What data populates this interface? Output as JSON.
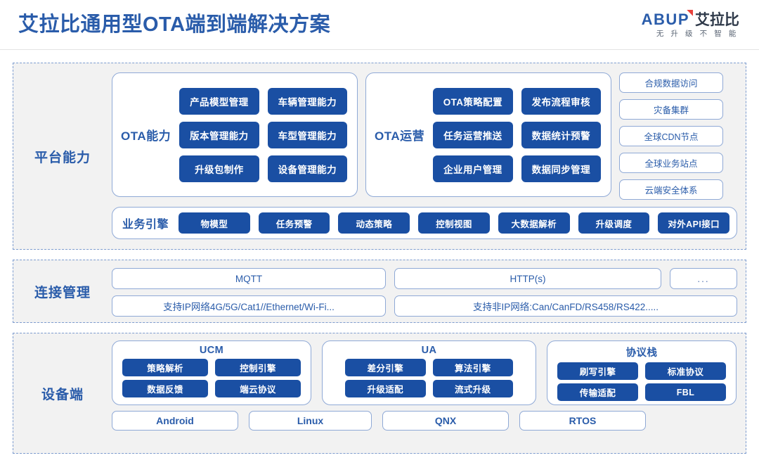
{
  "header": {
    "title": "艾拉比通用型OTA端到端解决方案",
    "logo_mark": "ABUP",
    "logo_cn": "艾拉比",
    "logo_tagline": "无 升 级 不 智 能"
  },
  "colors": {
    "brand_blue": "#2a5caa",
    "chip_solid": "#1a4fa3",
    "chip_border": "#8fa9d6",
    "section_bg": "#f2f2f2",
    "section_dash": "#7d9ccf",
    "logo_red": "#e8413c"
  },
  "sections": [
    {
      "label": "平台能力",
      "capability_cards": [
        {
          "title": "OTA能力",
          "items": [
            "产品模型管理",
            "车辆管理能力",
            "版本管理能力",
            "车型管理能力",
            "升级包制作",
            "设备管理能力"
          ]
        },
        {
          "title": "OTA运营",
          "items": [
            "OTA策略配置",
            "发布流程审核",
            "任务运营推送",
            "数据统计预警",
            "企业用户管理",
            "数据同步管理"
          ]
        }
      ],
      "side_items": [
        "合规数据访问",
        "灾备集群",
        "全球CDN节点",
        "全球业务站点",
        "云端安全体系"
      ],
      "engine": {
        "title": "业务引擎",
        "items": [
          "物模型",
          "任务预警",
          "动态策略",
          "控制视图",
          "大数据解析",
          "升级调度",
          "对外API接口"
        ]
      }
    },
    {
      "label": "连接管理",
      "protocol_row": [
        "MQTT",
        "HTTP(s)",
        "..."
      ],
      "network_row": [
        "支持IP网络4G/5G/Cat1//Ethernet/Wi-Fi...",
        "支持非IP网络:Can/CanFD/RS458/RS422....."
      ]
    },
    {
      "label": "设备端",
      "device_cards": [
        {
          "title": "UCM",
          "items": [
            "策略解析",
            "控制引擎",
            "数据反馈",
            "端云协议"
          ]
        },
        {
          "title": "UA",
          "items": [
            "差分引擎",
            "算法引擎",
            "升级适配",
            "流式升级"
          ]
        },
        {
          "title": "协议栈",
          "items": [
            "刷写引擎",
            "标准协议",
            "传输适配",
            "FBL"
          ]
        }
      ],
      "os_row": [
        "Android",
        "Linux",
        "QNX",
        "RTOS"
      ]
    }
  ]
}
